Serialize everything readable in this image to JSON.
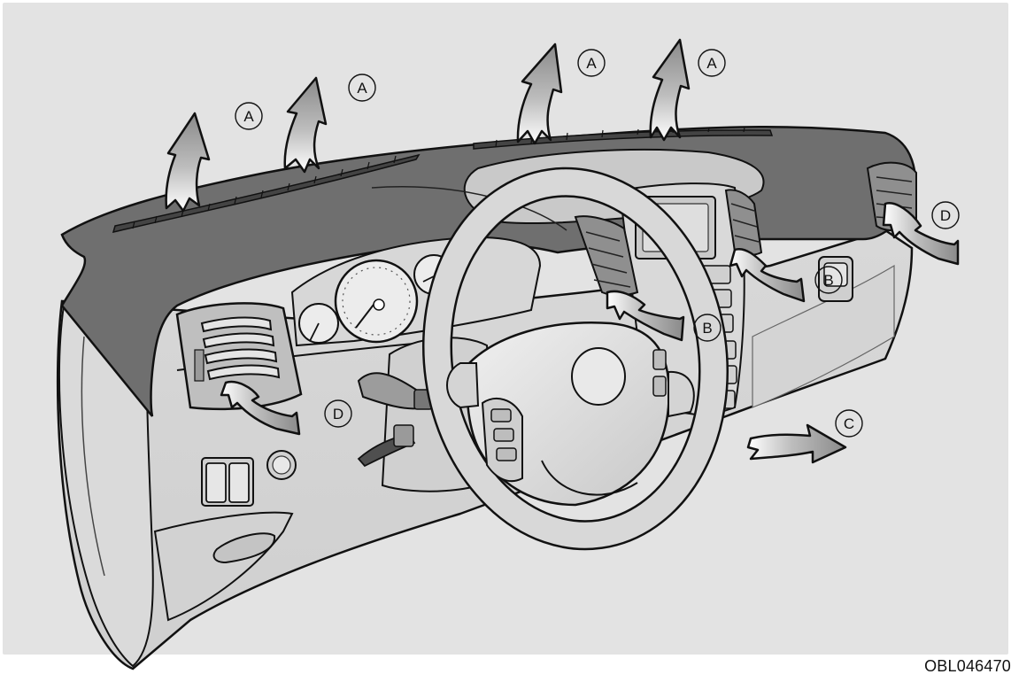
{
  "figure": {
    "code": "OBL046470",
    "callouts": {
      "a": "A",
      "b": "B",
      "c": "C",
      "d": "D"
    }
  },
  "colors": {
    "background": "#e3e3e3",
    "dashboard_top": "#6f6f6f",
    "dashboard_body": "#d6d6d6",
    "outline": "#111111"
  }
}
